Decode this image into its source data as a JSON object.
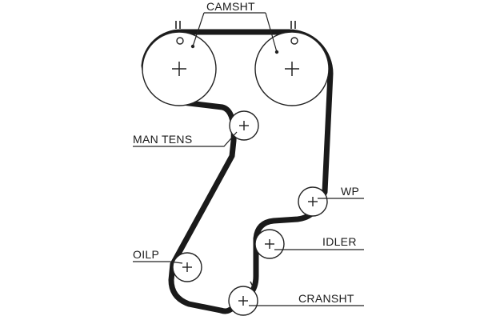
{
  "diagram": {
    "labels": {
      "camshaft": "CAMSHT",
      "manual_tensioner": "MAN TENS",
      "water_pump": "WP",
      "idler": "IDLER",
      "oil_pump": "OILP",
      "crankshaft": "CRANSHT"
    },
    "colors": {
      "belt": "#1a1a1a",
      "pulley": "#222222",
      "background": "#ffffff"
    }
  }
}
